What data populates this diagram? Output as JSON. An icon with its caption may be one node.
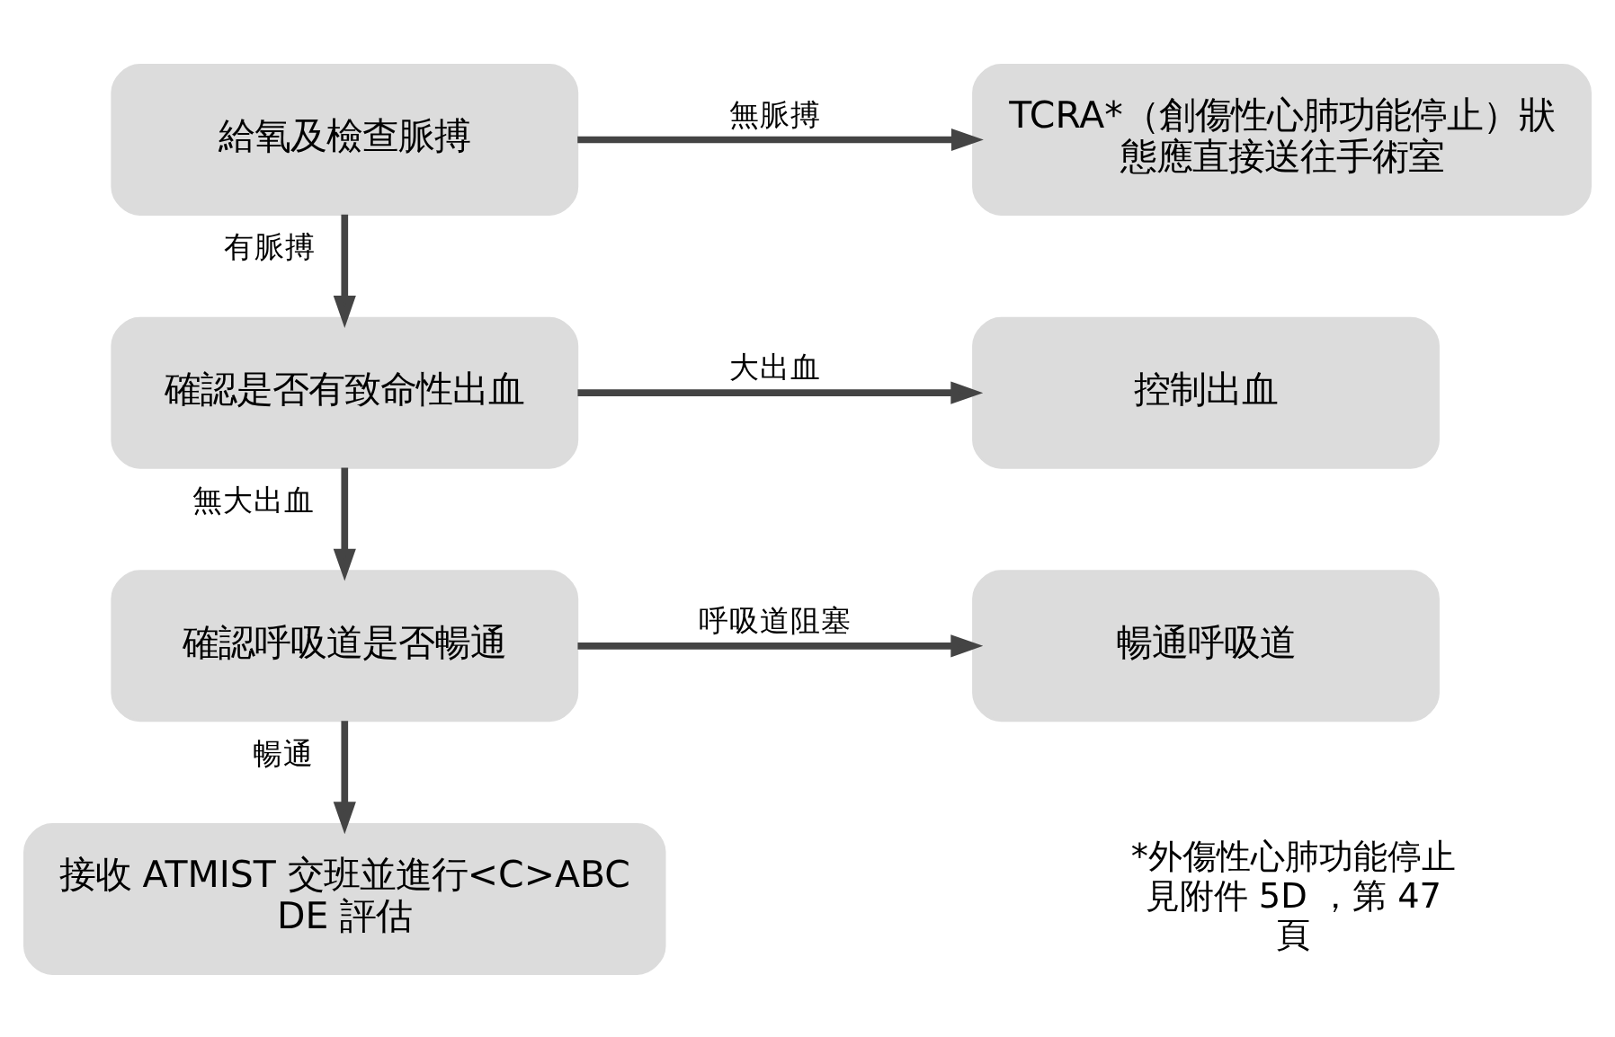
{
  "diagram": {
    "nodes": [
      {
        "text": [
          "給氧及檢查脈搏"
        ]
      },
      {
        "text": [
          "TCRA*（創傷性心肺功能停止）狀態應直接送往手術室"
        ]
      },
      {
        "text": [
          "確認是否有致命性出血"
        ]
      },
      {
        "text": [
          "控制出血"
        ]
      },
      {
        "text": [
          "確認呼吸道是否暢通"
        ]
      },
      {
        "text": [
          "暢通呼吸道"
        ]
      },
      {
        "text": [
          "接收 ATMIST 交班並進行<C>ABCDE 評估"
        ]
      }
    ],
    "edges": [
      {
        "from": 0,
        "to": 1,
        "arrow": "to",
        "label": "無脈搏"
      },
      {
        "from": 0,
        "to": 2,
        "arrow": "to",
        "label": "有脈搏"
      },
      {
        "from": 2,
        "to": 3,
        "arrow": "to",
        "label": "大出血"
      },
      {
        "from": 2,
        "to": 4,
        "arrow": "to",
        "label": "無大出血"
      },
      {
        "from": 4,
        "to": 5,
        "arrow": "to",
        "label": "呼吸道阻塞"
      },
      {
        "from": 4,
        "to": 6,
        "arrow": "to",
        "label": "暢通"
      }
    ],
    "labels": [
      "*外傷性心肺功能停止見附件 5D ，第 47 頁"
    ]
  }
}
